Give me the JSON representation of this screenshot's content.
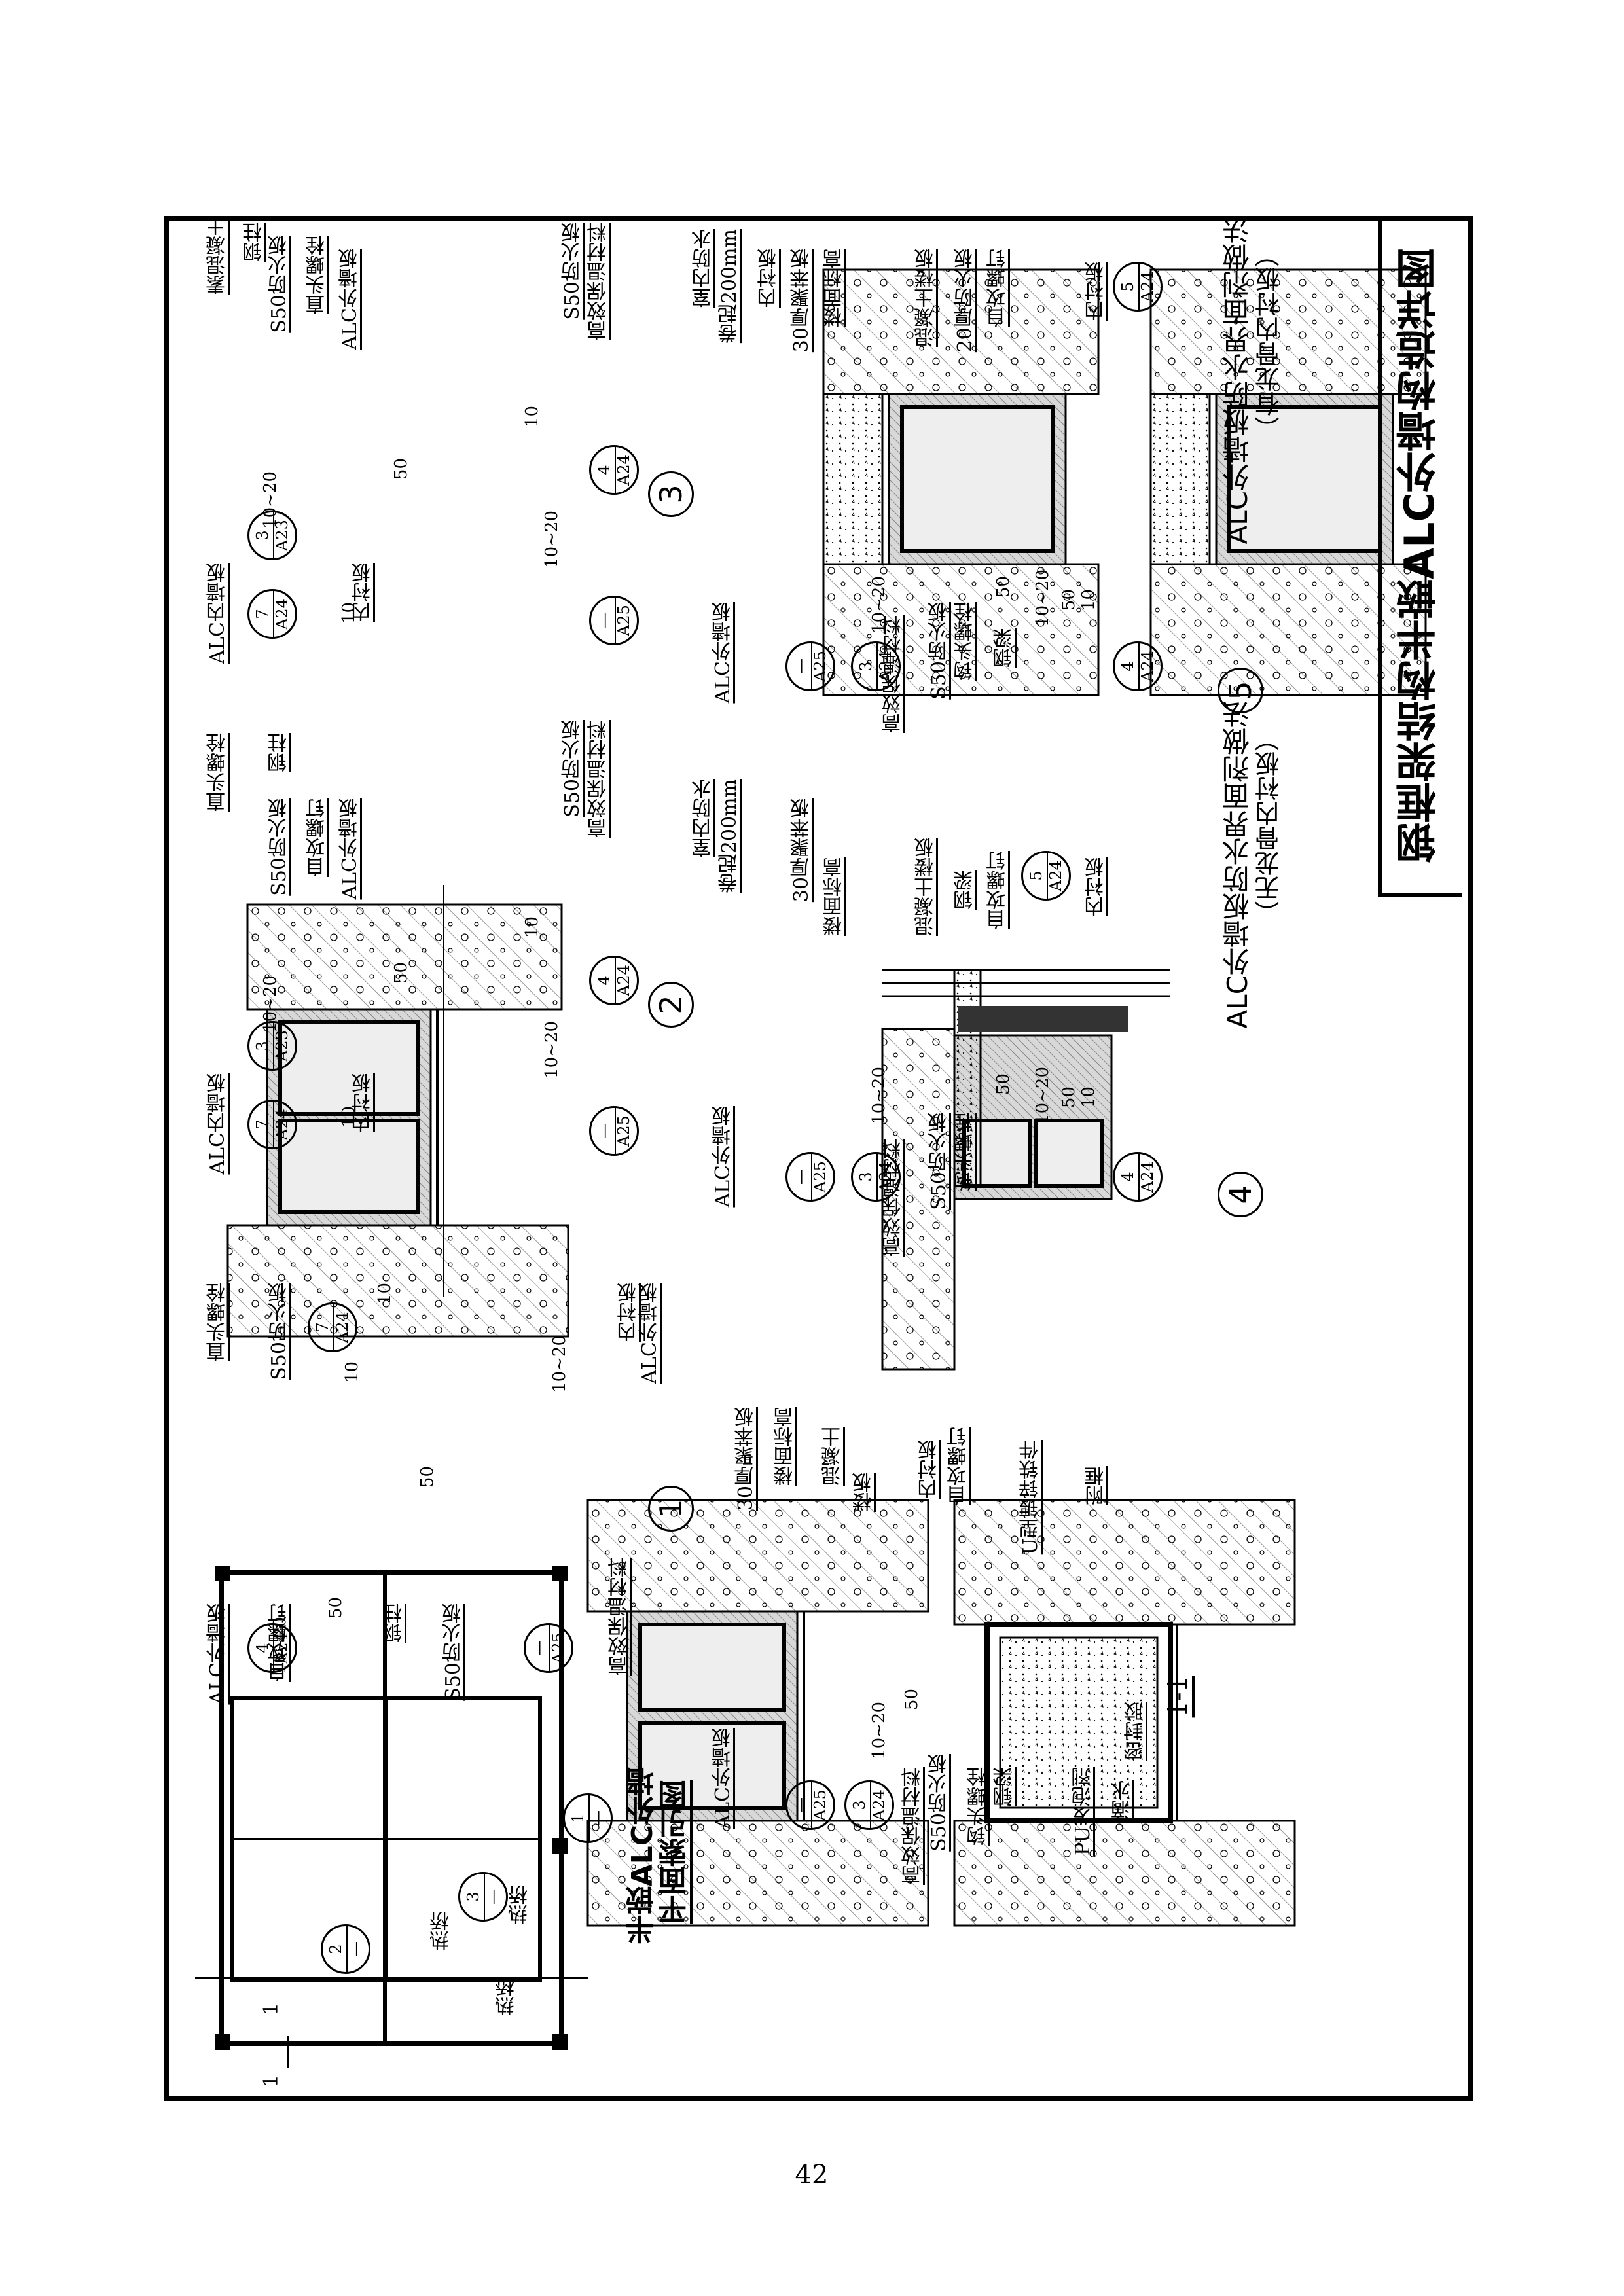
{
  "title": "钢框架结构半嵌ALC外墙构造详图",
  "page_number": "42",
  "details": {
    "d1": {
      "num": "1",
      "labels": [
        "ALC外墙板",
        "自攻螺钉",
        "钢柱",
        "S50防火板",
        "高效保温材料",
        "直头螺栓",
        "S50防火板",
        "内衬板",
        "ALC外墙板"
      ],
      "dims": [
        "10~20",
        "50",
        "10",
        "10~20",
        "10",
        "50"
      ],
      "refs": [
        {
          "t": "4",
          "b": "A24"
        },
        {
          "t": "—",
          "b": "A25"
        },
        {
          "t": "7",
          "b": "A24"
        }
      ]
    },
    "d2": {
      "num": "2",
      "labels": [
        "ALC内墙板",
        "内衬板",
        "直头螺栓",
        "钢柱",
        "S50防火板",
        "自攻螺钉",
        "ALC外墙板",
        "S50防火板",
        "高效保温材料"
      ],
      "dims": [
        "10~20",
        "10",
        "50",
        "10~20",
        "10"
      ],
      "refs": [
        {
          "t": "7",
          "b": "A24"
        },
        {
          "t": "3",
          "b": "A23"
        },
        {
          "t": "4",
          "b": "A24"
        },
        {
          "t": "—",
          "b": "A25"
        }
      ]
    },
    "d3": {
      "num": "3",
      "labels": [
        "ALC内墙板",
        "内衬板",
        "素混凝土",
        "钢柱",
        "S50防火板",
        "直头螺栓",
        "ALC外墙板",
        "S50防火板",
        "高效保温材料"
      ],
      "dims": [
        "10~20",
        "10",
        "50",
        "10~20",
        "10"
      ],
      "refs": [
        {
          "t": "7",
          "b": "A24"
        },
        {
          "t": "3",
          "b": "A23"
        },
        {
          "t": "4",
          "b": "A24"
        },
        {
          "t": "—",
          "b": "A25"
        }
      ]
    },
    "d4": {
      "num": "4",
      "caption": "ALC外墙板防水界面剂做法",
      "sub": "（无龙骨内衬板）",
      "labels": [
        "室内防水",
        "卷起200mm",
        "30厚聚苯板",
        "楼面标高",
        "混凝土楼板",
        "钢梁",
        "自攻螺钉",
        "内衬板",
        "ALC外墙板",
        "高效保温材料",
        "S50防火板",
        "钩头螺栓"
      ],
      "dims": [
        "10~20",
        "50",
        "10~20",
        "50",
        "10"
      ],
      "refs": [
        {
          "t": "—",
          "b": "A25"
        },
        {
          "t": "3",
          "b": "A24"
        },
        {
          "t": "4",
          "b": "A24"
        },
        {
          "t": "5",
          "b": "A24"
        }
      ]
    },
    "d5": {
      "num": "5",
      "caption": "ALC外墙板防水界面剂做法",
      "sub": "（有龙骨内衬板）",
      "labels": [
        "室内防水",
        "卷起200mm",
        "内衬板",
        "30厚聚苯板",
        "楼面标高",
        "混凝土楼板",
        "20厚防火板",
        "自攻螺钉",
        "内衬板",
        "ALC外墙板",
        "高效保温材料",
        "S50防火板",
        "钩头螺栓",
        "钢梁"
      ],
      "dims": [
        "10~20",
        "50",
        "10~20",
        "50",
        "10"
      ],
      "refs": [
        {
          "t": "—",
          "b": "A25"
        },
        {
          "t": "3",
          "b": "A24"
        },
        {
          "t": "4",
          "b": "A24"
        },
        {
          "t": "5",
          "b": "A24"
        }
      ]
    },
    "sec11": {
      "num": "1-1",
      "labels": [
        "30厚聚苯板",
        "楼面标高",
        "混凝土",
        "楼板",
        "内衬板",
        "自攻螺钉",
        "U型镀锌铁件",
        "附框",
        "ALC外墙板",
        "高效保温材料",
        "S50防火板",
        "钩头螺栓",
        "钢梁",
        "PU发泡剂",
        "滴水",
        "密封胶"
      ],
      "dims": [
        "10~20",
        "50"
      ],
      "refs": [
        {
          "t": "—",
          "b": "A25"
        },
        {
          "t": "3",
          "b": "A24"
        }
      ]
    },
    "plan": {
      "title1": "半嵌ALC外墙",
      "title2": "平面索引图",
      "labels": [
        "热桥",
        "热桥",
        "热桥"
      ],
      "marks": [
        "1",
        "1"
      ],
      "refs": [
        {
          "t": "2",
          "b": "—"
        },
        {
          "t": "3",
          "b": "—"
        },
        {
          "t": "1",
          "b": "—"
        }
      ]
    }
  }
}
